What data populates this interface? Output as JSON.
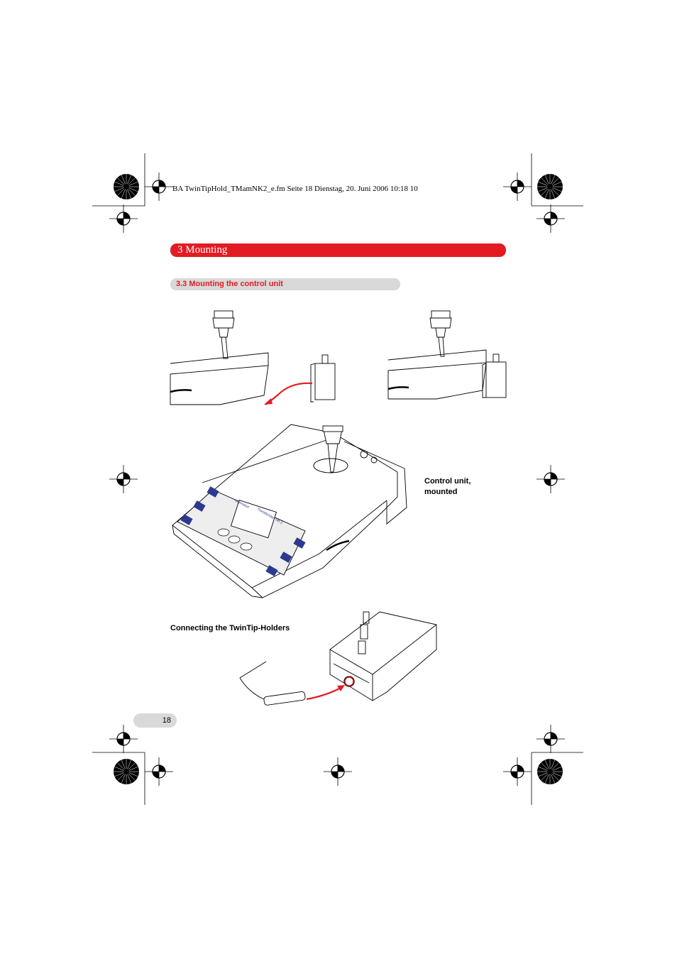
{
  "header": {
    "file_info": "BA TwinTipHold_TMamNK2_e.fm  Seite 18  Dienstag, 20. Juni 2006  10:18 10"
  },
  "chapter": {
    "title": "3  Mounting"
  },
  "section": {
    "title": "3.3  Mounting the control unit"
  },
  "captions": {
    "control_unit_line1": "Control unit,",
    "control_unit_line2": "mounted",
    "connecting": "Connecting the TwinTip-Holders"
  },
  "device_labels": {
    "brand": "eppendorf",
    "model": "TransferMan NK 2"
  },
  "footer": {
    "page_number": "18"
  },
  "colors": {
    "accent_red": "#e31b23",
    "bar_gray": "#d9d9d9"
  }
}
